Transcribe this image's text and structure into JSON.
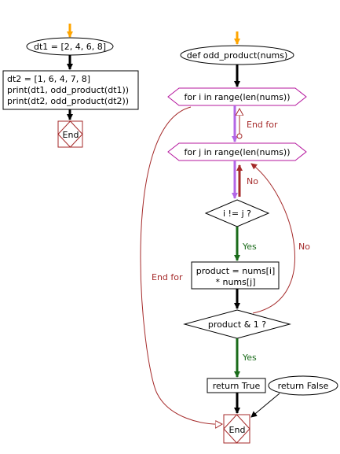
{
  "colors": {
    "start_arrow": "#ffa500",
    "flow_arrow": "#000000",
    "loop_border": "#b5179e",
    "loop_arrow": "#b366e6",
    "back_edge": "#a52a2a",
    "yes_arrow": "#1a6b1a",
    "end_border": "#a52a2a"
  },
  "main": {
    "dt1_label": "dt1 = [2, 4, 6, 8]",
    "block_lines": [
      "dt2 = [1, 6, 4, 7, 8]",
      "print(dt1, odd_product(dt1))",
      "print(dt2, odd_product(dt2))"
    ],
    "end_label": "End"
  },
  "func": {
    "def_label": "def odd_product(nums)",
    "loop_i_label": "for i in range(len(nums))",
    "end_for_inner": "End for",
    "loop_j_label": "for j in range(len(nums))",
    "no_inner": "No",
    "cond_ij_label": "i != j ?",
    "yes_ij": "Yes",
    "product_lines": [
      "product = nums[i]",
      "* nums[j]"
    ],
    "no_outer": "No",
    "end_for_outer": "End for",
    "cond_prod_label": "product & 1 ?",
    "yes_prod": "Yes",
    "return_true_label": "return True",
    "return_false_label": "return False",
    "end_label": "End"
  }
}
